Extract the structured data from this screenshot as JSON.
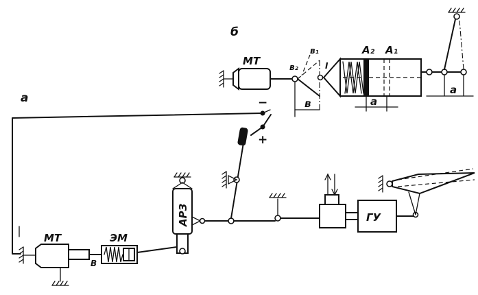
{
  "labels": {
    "panel_a": "а",
    "panel_b": "б",
    "minus": "−",
    "plus": "+",
    "mt_bottom": "МТ",
    "em": "ЭМ",
    "b_point": "В",
    "arz": "АРЗ",
    "gu": "ГУ",
    "mt_top": "МТ",
    "b2": "в₂",
    "b1": "в₁",
    "a2": "А₂",
    "a1": "А₁",
    "dim_b": "в",
    "dim_a": "а",
    "dim_a_right": "а",
    "roman_one": "I"
  }
}
